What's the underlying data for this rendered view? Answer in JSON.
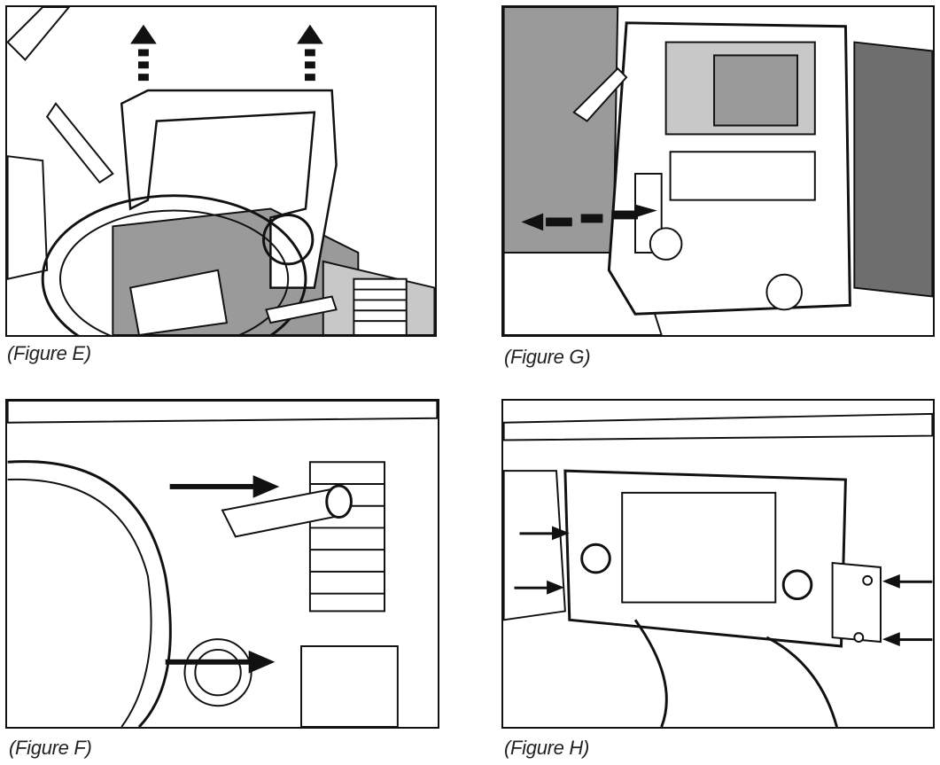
{
  "figures": {
    "e": {
      "caption": "(Figure E)"
    },
    "g": {
      "caption": "(Figure G)"
    },
    "f": {
      "caption": "(Figure F)"
    },
    "h": {
      "caption": "(Figure H)"
    }
  },
  "colors": {
    "line": "#111111",
    "shade": "#9a9a9a",
    "dark": "#6e6e6e"
  }
}
